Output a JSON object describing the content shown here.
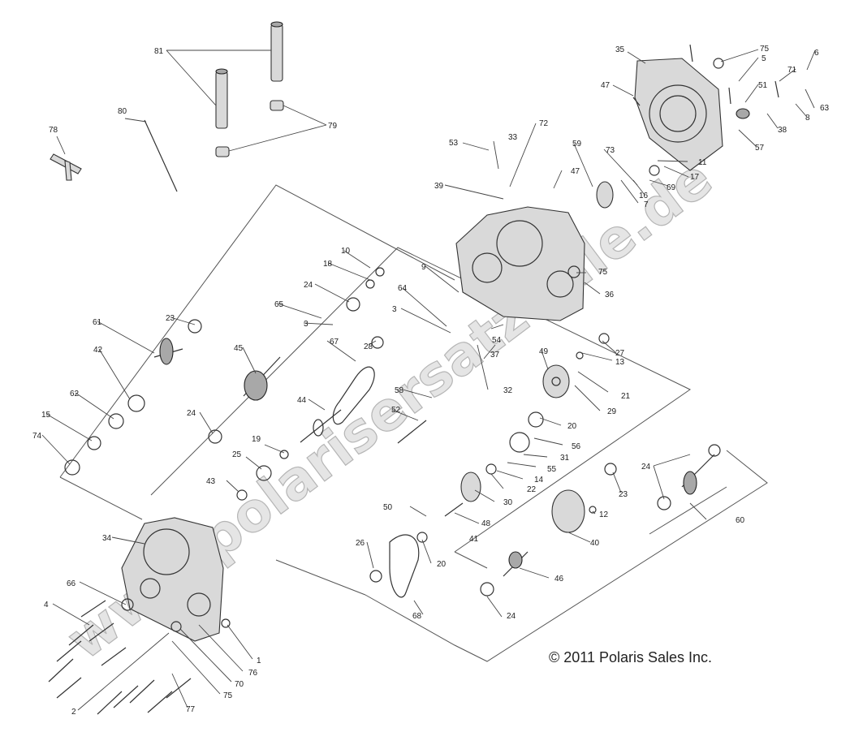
{
  "copyright": "© 2011 Polaris Sales Inc.",
  "watermark": "www.polarisersatzteile.de",
  "callouts": [
    "81",
    "79",
    "80",
    "78",
    "35",
    "75",
    "5",
    "6",
    "47",
    "51",
    "71",
    "63",
    "8",
    "38",
    "57",
    "53",
    "33",
    "72",
    "59",
    "73",
    "11",
    "17",
    "69",
    "16",
    "7",
    "39",
    "10",
    "18",
    "9",
    "24",
    "65",
    "3",
    "64",
    "36",
    "23",
    "61",
    "42",
    "62",
    "15",
    "74",
    "28",
    "67",
    "45",
    "44",
    "58",
    "52",
    "37",
    "32",
    "27",
    "13",
    "21",
    "29",
    "49",
    "20",
    "56",
    "31",
    "55",
    "14",
    "22",
    "30",
    "19",
    "25",
    "43",
    "12",
    "50",
    "48",
    "41",
    "40",
    "26",
    "46",
    "60",
    "34",
    "66",
    "4",
    "68",
    "1",
    "76",
    "70",
    "2",
    "77",
    "54"
  ]
}
